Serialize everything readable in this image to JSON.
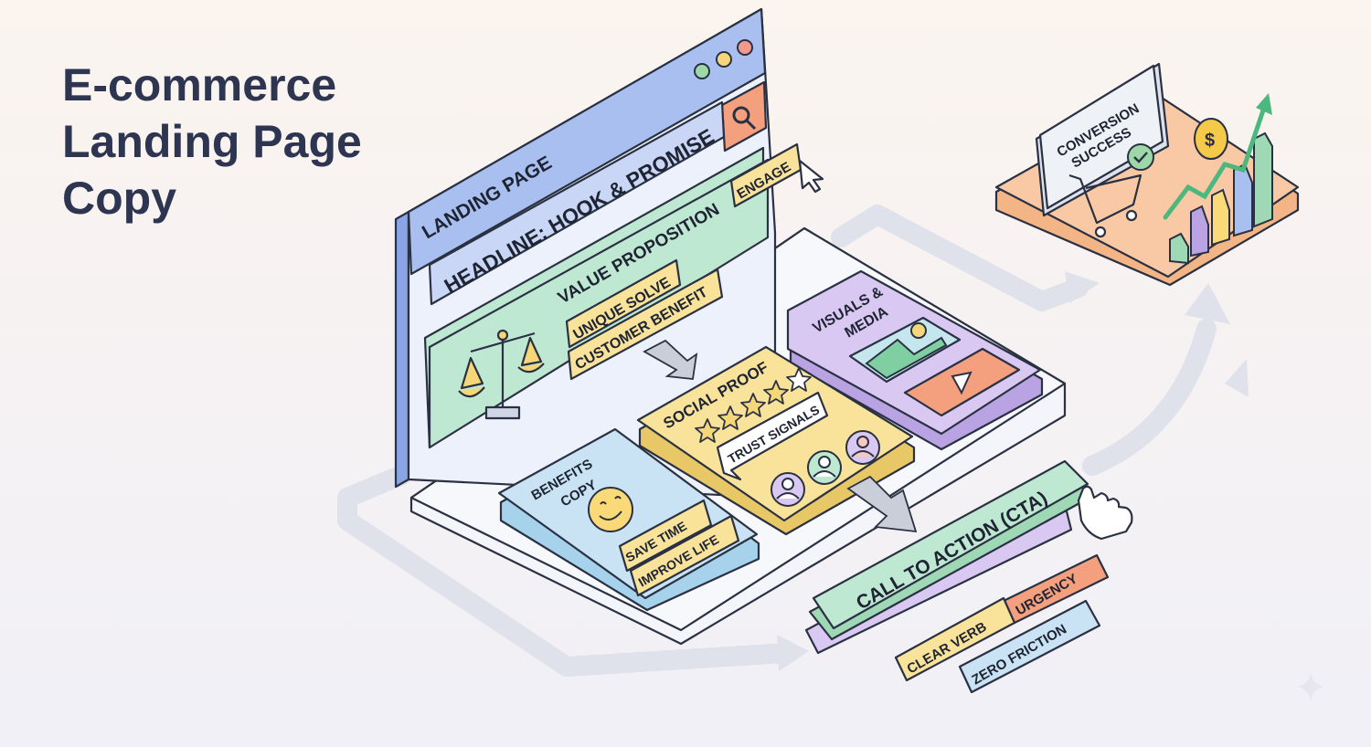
{
  "title_lines": [
    "E-commerce",
    "Landing Page",
    "Copy"
  ],
  "browser": {
    "tab_label": "LANDING PAGE"
  },
  "headline": "HEADLINE: HOOK & PROMISE",
  "engage_tag": "ENGAGE",
  "value_proposition": {
    "title": "VALUE PROPOSITION",
    "tags": [
      "UNIQUE SOLVE",
      "CUSTOMER BENEFIT"
    ]
  },
  "social_proof": {
    "title": "SOCIAL PROOF",
    "bubble": "TRUST SIGNALS"
  },
  "visuals": {
    "title_lines": [
      "VISUALS &",
      "MEDIA"
    ]
  },
  "benefits": {
    "title_lines": [
      "BENEFITS",
      "COPY"
    ],
    "tags": [
      "SAVE TIME",
      "IMPROVE LIFE"
    ]
  },
  "cta": {
    "label": "CALL TO ACTION (CTA)",
    "tags": [
      "URGENCY",
      "CLEAR VERB",
      "ZERO FRICTION"
    ]
  },
  "conversion": {
    "title_lines": [
      "CONVERSION",
      "SUCCESS"
    ]
  },
  "colors": {
    "ink": "#2a3142",
    "browser_blue": "#a8bff0",
    "mint": "#bfe8d2",
    "yellow": "#f9e39a",
    "lavender": "#d9c8f2",
    "sky": "#c9e3f4",
    "orange": "#f4a07e",
    "peach": "#f8c9a4"
  }
}
